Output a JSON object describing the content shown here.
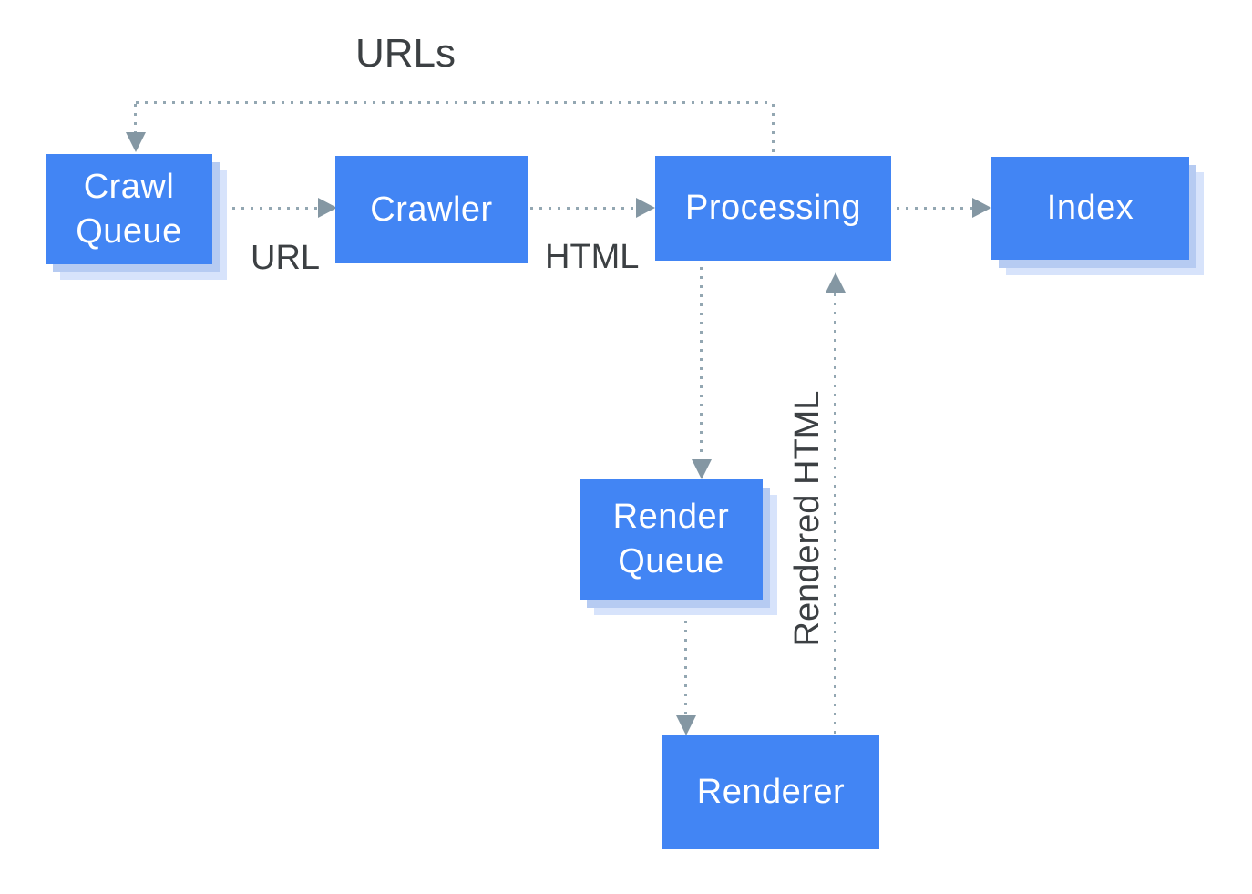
{
  "diagram": {
    "type": "flow-diagram",
    "topic": "Web crawling, rendering and indexing pipeline"
  },
  "nodes": {
    "crawl_queue": {
      "label": "Crawl Queue"
    },
    "crawler": {
      "label": "Crawler"
    },
    "processing": {
      "label": "Processing"
    },
    "index": {
      "label": "Index"
    },
    "render_queue": {
      "label": "Render Queue"
    },
    "renderer": {
      "label": "Renderer"
    }
  },
  "edge_labels": {
    "urls": "URLs",
    "url": "URL",
    "html": "HTML",
    "rendered_html": "Rendered HTML"
  },
  "edges": [
    {
      "from": "processing",
      "to": "crawl_queue",
      "label": "URLs",
      "style": "dotted"
    },
    {
      "from": "crawl_queue",
      "to": "crawler",
      "label": "URL",
      "style": "dotted"
    },
    {
      "from": "crawler",
      "to": "processing",
      "label": "HTML",
      "style": "dotted"
    },
    {
      "from": "processing",
      "to": "index",
      "label": "",
      "style": "dotted"
    },
    {
      "from": "processing",
      "to": "render_queue",
      "label": "",
      "style": "dotted"
    },
    {
      "from": "render_queue",
      "to": "renderer",
      "label": "",
      "style": "dotted"
    },
    {
      "from": "renderer",
      "to": "processing",
      "label": "Rendered HTML",
      "style": "dotted"
    }
  ],
  "colors": {
    "node_fill": "#4285f4",
    "node_text": "#ffffff",
    "shadow_inner": "#b6cbf2",
    "shadow_outer": "#d7e3fb",
    "line": "#93a7b2",
    "arrow": "#8497a3",
    "label": "#3c4043",
    "bg": "#ffffff"
  }
}
